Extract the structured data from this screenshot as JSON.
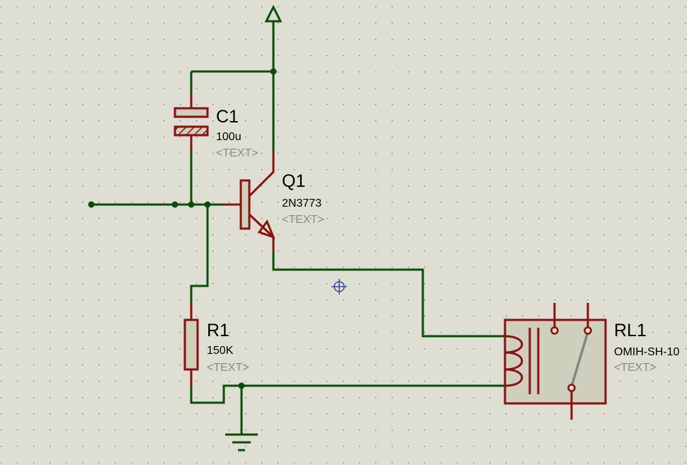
{
  "components": {
    "c1": {
      "ref": "C1",
      "value": "100u",
      "text": "<TEXT>"
    },
    "q1": {
      "ref": "Q1",
      "value": "2N3773",
      "text": "<TEXT>"
    },
    "r1": {
      "ref": "R1",
      "value": "150K",
      "text": "<TEXT>"
    },
    "rl1": {
      "ref": "RL1",
      "value": "OMIH-SH-10",
      "text": "<TEXT>"
    }
  },
  "colors": {
    "wire": "#0a4d0a",
    "component": "#8b1010",
    "background": "#deded2"
  }
}
